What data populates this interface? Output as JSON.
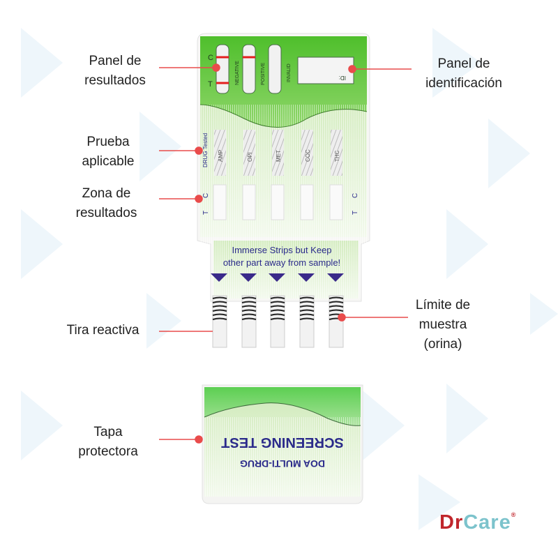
{
  "labels": {
    "results_panel": [
      "Panel de",
      "resultados"
    ],
    "id_panel": [
      "Panel de",
      "identificación"
    ],
    "applicable_test": [
      "Prueba",
      "aplicable"
    ],
    "results_zone": [
      "Zona de",
      "resultados"
    ],
    "test_strip": "Tira reactiva",
    "sample_limit": [
      "Límite de",
      "muestra",
      "(orina)"
    ],
    "protective_cap": [
      "Tapa",
      "protectora"
    ]
  },
  "device": {
    "control_letter": "C",
    "test_letter": "T",
    "result_windows": [
      "NEGATIVE",
      "POSITIVE",
      "INVALID"
    ],
    "id_label": "ID:",
    "drug_tested_label": "DRUG Tested",
    "drugs": [
      "AMP",
      "OPI",
      "MET",
      "COC",
      "THC"
    ],
    "instruction_line1": "Immerse Strips but Keep",
    "instruction_line2": "other part away from sample!"
  },
  "cap": {
    "line1": "SCREENING TEST",
    "line2": "DOA MULTI-DRUG"
  },
  "brand": {
    "part1": "Dr",
    "part2": "Care",
    "mark": "®"
  },
  "colors": {
    "accent_red": "#e94b4b",
    "brand_green": "#5cc33a",
    "text_navy": "#2a2a8a",
    "brand_red": "#c0262c",
    "brand_teal": "#7cc3cc"
  }
}
